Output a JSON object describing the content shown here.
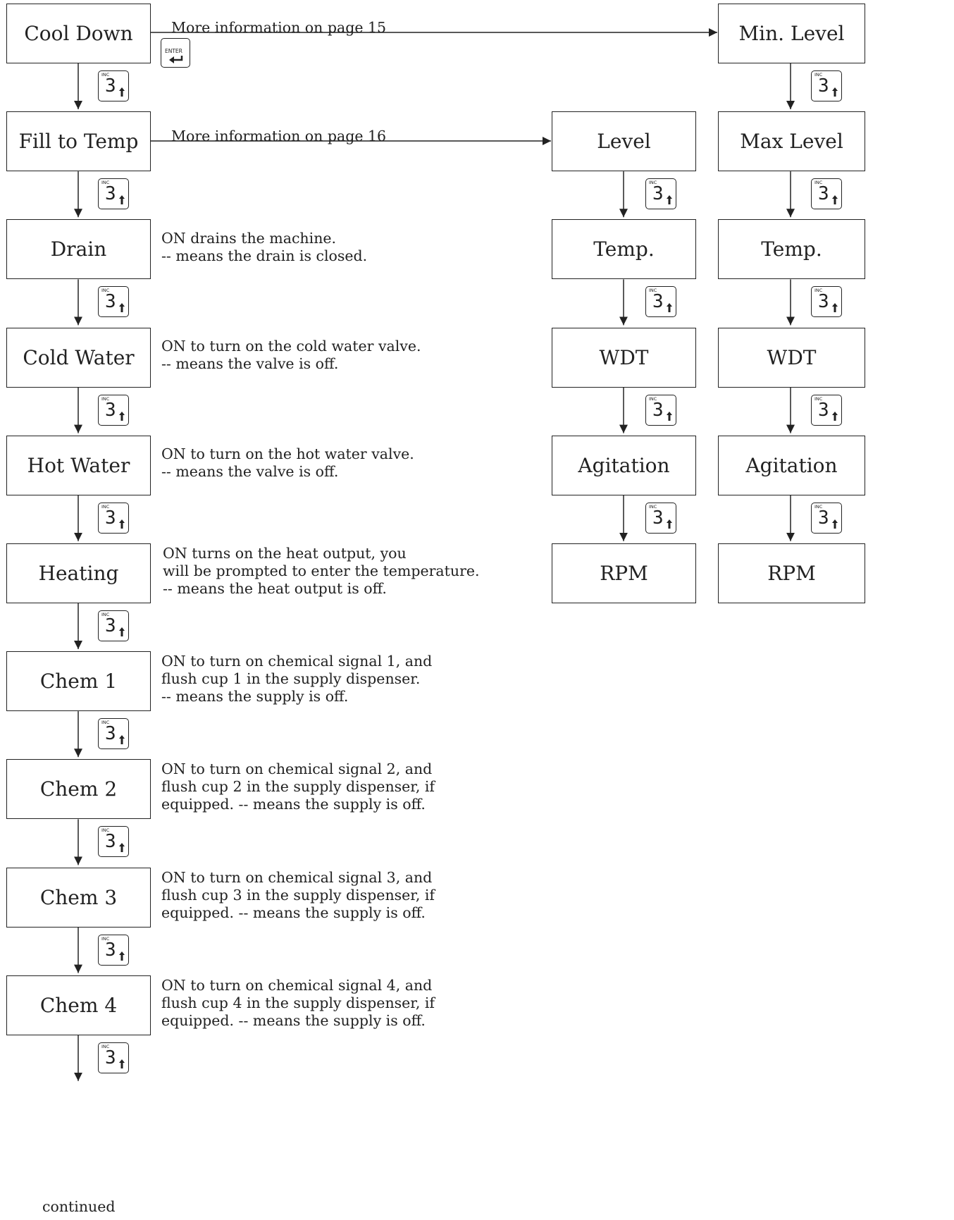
{
  "main_column": [
    {
      "name": "Cool Down",
      "desc": []
    },
    {
      "name": "Fill to Temp",
      "desc": []
    },
    {
      "name": "Drain",
      "desc": [
        "ON drains the machine.",
        "-- means the drain is closed."
      ]
    },
    {
      "name": "Cold Water",
      "desc": [
        "ON to turn on the cold water valve.",
        "-- means the valve is off."
      ]
    },
    {
      "name": "Hot Water",
      "desc": [
        "ON to turn on the hot water valve.",
        "-- means the valve is off."
      ]
    },
    {
      "name": "Heating",
      "desc": [
        "ON turns on the heat output, you",
        "will be prompted to enter the temperature.",
        "-- means the heat output is off."
      ]
    },
    {
      "name": "Chem 1",
      "desc": [
        "ON to turn on chemical signal 1, and",
        "flush cup 1 in the supply dispenser.",
        "-- means the supply is off."
      ]
    },
    {
      "name": "Chem 2",
      "desc": [
        "ON to turn on chemical signal 2, and",
        "flush cup 2 in the supply dispenser, if",
        "equipped.  -- means the supply is off."
      ]
    },
    {
      "name": "Chem 3",
      "desc": [
        "ON to turn on chemical signal 3, and",
        "flush cup 3 in the supply dispenser, if",
        "equipped. -- means the supply is off."
      ]
    },
    {
      "name": "Chem 4",
      "desc": [
        "ON to turn on chemical signal 4, and",
        "flush cup 4 in the supply dispenser, if",
        "equipped. -- means the supply is off."
      ]
    }
  ],
  "fill_to_temp_column": [
    "Level",
    "Temp.",
    "WDT",
    "Agitation",
    "RPM"
  ],
  "cool_down_column": [
    "Min. Level",
    "Max Level",
    "Temp.",
    "WDT",
    "Agitation",
    "RPM"
  ],
  "links": {
    "cool_down_info": "More information on page 15",
    "fill_to_temp_info": "More information on page 16"
  },
  "keys": {
    "inc_label": "INC",
    "inc_digit": "3",
    "enter_label": "ENTER"
  },
  "footer": {
    "continued": "continued"
  }
}
